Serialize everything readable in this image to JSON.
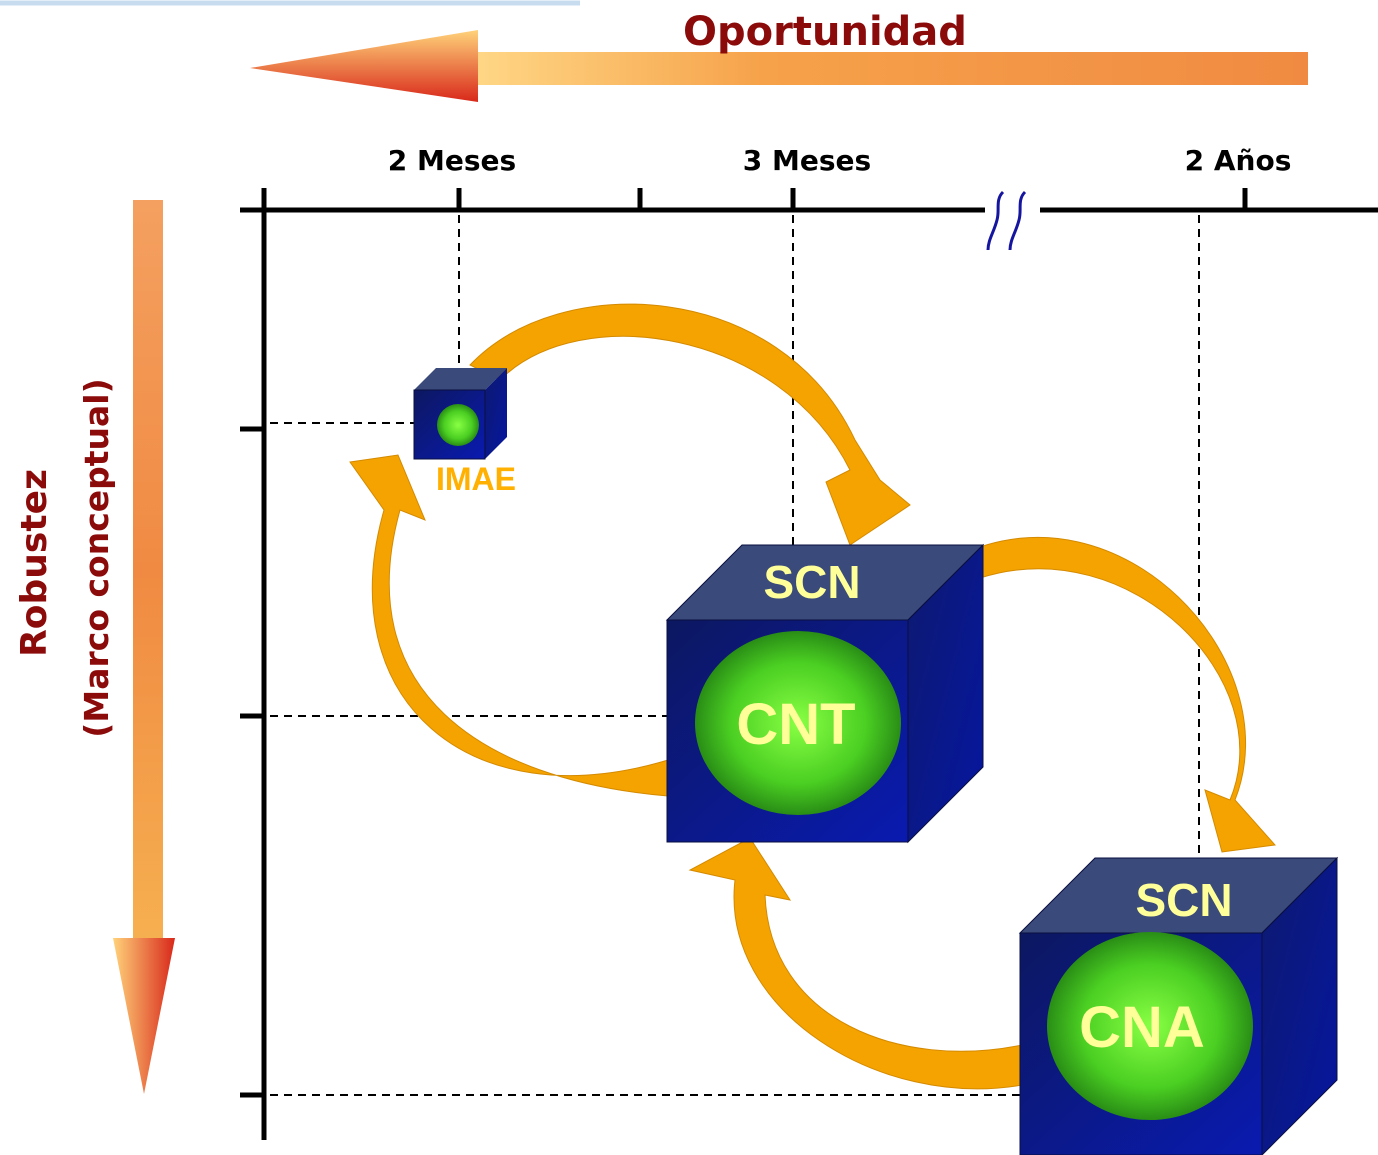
{
  "header": {
    "title": "Oportunidad"
  },
  "side": {
    "title": "Robustez",
    "subtitle": "(Marco conceptual)"
  },
  "axis": {
    "ticks": [
      "2 Meses",
      "3 Meses",
      "2 Años"
    ]
  },
  "nodes": {
    "imae": {
      "label": "IMAE"
    },
    "cnt": {
      "box_label": "SCN",
      "core_label": "CNT"
    },
    "cna": {
      "box_label": "SCN",
      "core_label": "CNA"
    }
  },
  "colors": {
    "arrow_light": "#ffd07a",
    "arrow_dark": "#d83a10",
    "title_red": "#8b0a0a",
    "cube_dark": "#0b1a8a",
    "cube_top": "#3a4a7a",
    "core_green": "#66ee33",
    "cycle_arrow": "#f5a300",
    "break_blue": "#1515a0"
  }
}
